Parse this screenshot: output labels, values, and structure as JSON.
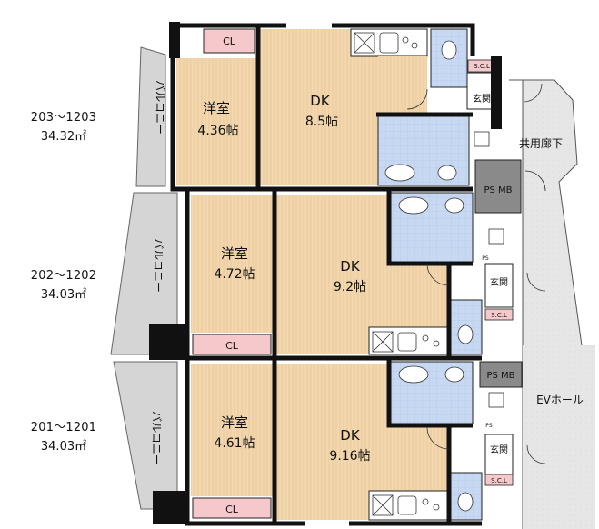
{
  "units": [
    {
      "range": "203～1203",
      "area": "34.32㎡",
      "room_label": "洋室",
      "room_size": "4.36帖",
      "dk_label": "DK",
      "dk_size": "8.5帖",
      "balcony": "バルコニー"
    },
    {
      "range": "202～1202",
      "area": "34.03㎡",
      "room_label": "洋室",
      "room_size": "4.72帖",
      "dk_label": "DK",
      "dk_size": "9.2帖",
      "balcony": "バルコニー"
    },
    {
      "range": "201～1201",
      "area": "34.03㎡",
      "room_label": "洋室",
      "room_size": "4.61帖",
      "dk_label": "DK",
      "dk_size": "9.16帖",
      "balcony": "バルコニー"
    }
  ],
  "labels": {
    "closet": "CL",
    "shoe_closet": "S.C.L",
    "entrance": "玄関",
    "ps_mb": "PS MB",
    "ps": "PS",
    "corridor": "共用廊下",
    "ev_hall": "EVホール"
  },
  "colors": {
    "wood_floor": "#f2d6ad",
    "bath_floor": "#c6d8f2",
    "closet_pink": "#f5c9cc",
    "balcony": "#d5d5d5",
    "common_area": "#e6e6e6",
    "wall": "#111111",
    "ps_gray": "#8a8a8a"
  }
}
